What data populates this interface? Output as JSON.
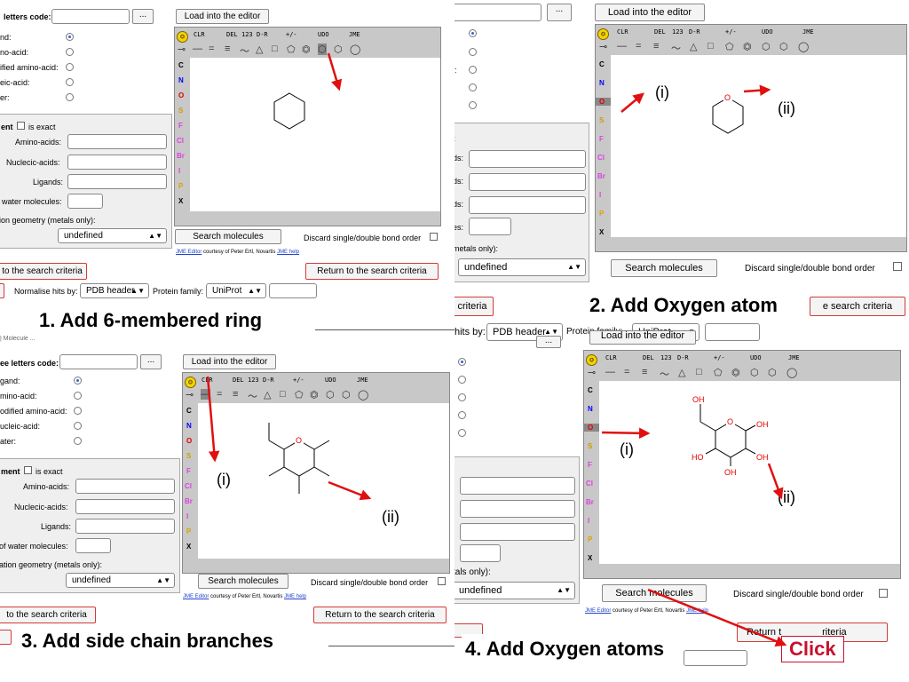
{
  "common": {
    "load_label": "Load into the editor",
    "three_letters": "letters code:",
    "three_letters_full": "ee letters code:",
    "browse_label": "...",
    "toolbar1": [
      "CLR",
      "DEL",
      "123",
      "D-R",
      "+/-",
      "UDO",
      "JME"
    ],
    "toolbar2_glyphs": [
      "⊸",
      "—",
      "=",
      "≡",
      "〜",
      "△",
      "□",
      "⬠",
      "⏣",
      "⬡",
      "⬡",
      "◯"
    ],
    "atoms": [
      "C",
      "N",
      "O",
      "S",
      "F",
      "Cl",
      "Br",
      "I",
      "P",
      "X"
    ],
    "search_label": "Search molecules",
    "discard_label": "Discard single/double bond order",
    "return_label": "Return to the search criteria",
    "to_search_label": "to the search criteria",
    "criteria_label": "criteria",
    "normalise_label": "Normalise hits by:",
    "pdb_header": "PDB header",
    "protein_family": "Protein family:",
    "uniprot": "UniProt",
    "undefined": "undefined",
    "credit": "courtesy of Peter Ertl, Novartis",
    "credit_editor": "JME Editor",
    "credit_help": "JME help",
    "is_exact": "is exact",
    "amino_acids": "Amino-acids:",
    "nucleic_acids": "Nuclecic-acids:",
    "ligands": "Ligands:",
    "water": "water molecules:",
    "water_full": "of water molecules:",
    "geometry": "ion geometry (metals only):",
    "geometry_full": "ation geometry (metals only):",
    "metals": "metals only):",
    "metals_short": "tals only):",
    "ent": "ent",
    "ment": "ment",
    "hits_by": "hits by:",
    "protein_family_cut": "Protein family:",
    "load_cut": "Load into the editor"
  },
  "panel1": {
    "labels": [
      "nd:",
      "no-acid:",
      "ified amino-acid:",
      "eic-acid:",
      "er:"
    ],
    "caption": "1. Add 6-membered ring"
  },
  "panel2": {
    "labels": [
      ":",
      "",
      ":",
      "",
      ""
    ],
    "mid_labels": [
      "t",
      "ds:",
      "ds:",
      "ds:",
      "es:"
    ],
    "caption": "2. Add Oxygen atom",
    "ann_i": "(i)",
    "ann_ii": "(ii)",
    "ring_atom": "O",
    "return_cut": "e search criteria"
  },
  "panel3": {
    "labels": [
      "gand:",
      "mino-acid:",
      "odified amino-acid:",
      "ucleic-acid:",
      "ater:"
    ],
    "caption": "3. Add side chain branches",
    "ann_i": "(i)",
    "ann_ii": "(ii)",
    "ring_atom": "O",
    "breadcrumb": "| Molecule ..."
  },
  "panel4": {
    "caption": "4. Add Oxygen atoms",
    "ann_i": "(i)",
    "ann_ii": "(ii)",
    "click": "Click",
    "oh": "OH",
    "ho": "HO",
    "return_cut": "Return t",
    "return_end": "riteria"
  }
}
